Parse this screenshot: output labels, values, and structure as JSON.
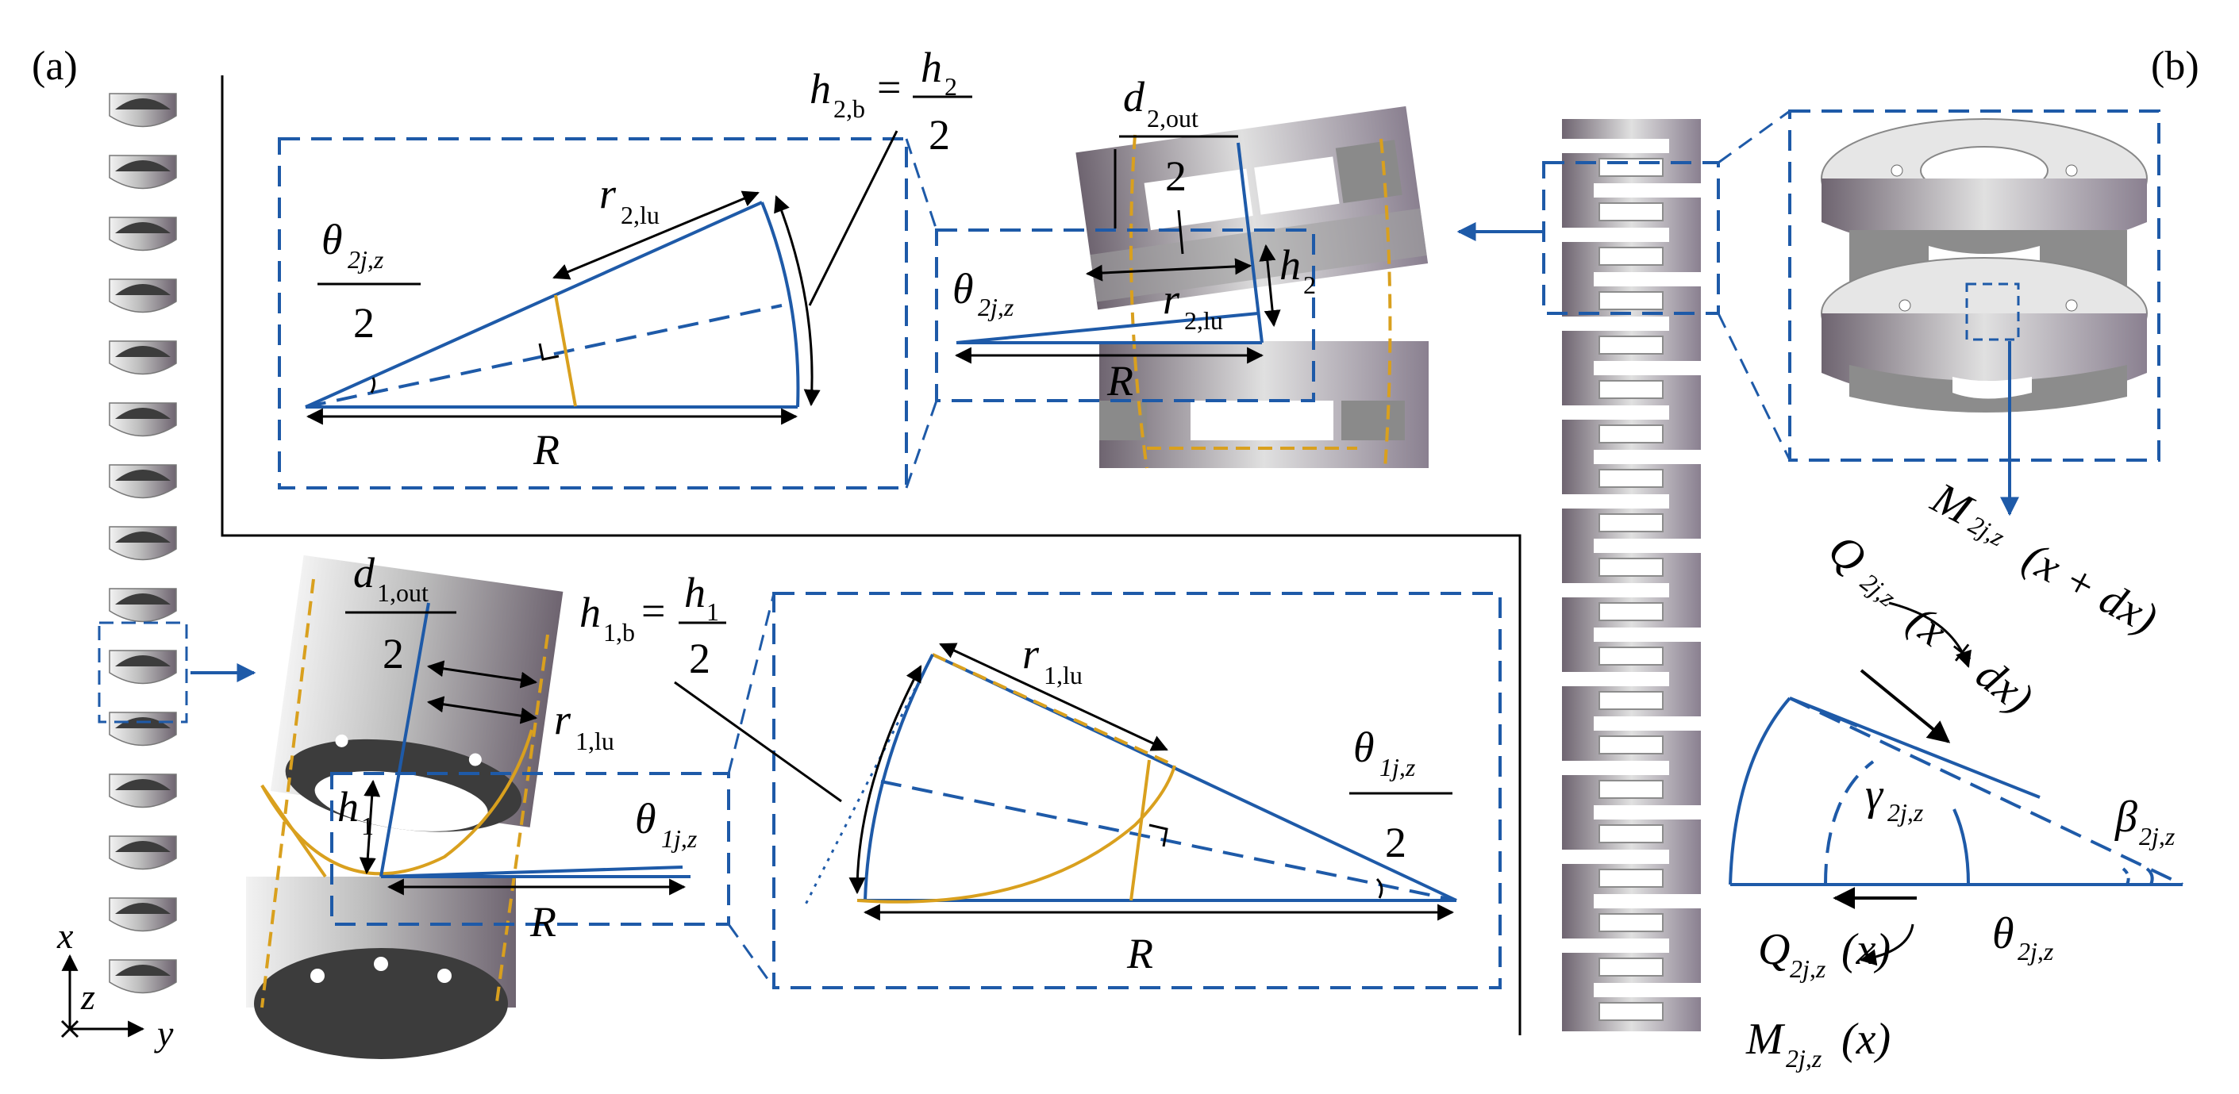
{
  "panels": {
    "a": "(a)",
    "b": "(b)"
  },
  "colors": {
    "blue": "#1e5aa8",
    "orange": "#d9a01e",
    "black": "#000000",
    "metal_light": "#dcdcdc",
    "metal_dark": "#6e6470",
    "slot_gray": "#8c8c8c"
  },
  "detail_top": {
    "theta_half_num": "θ",
    "theta_half_sub": "2j,z",
    "theta_half_den": "2",
    "r_lu": "r",
    "r_lu_sub": "2,lu",
    "R": "R",
    "h_b": "h",
    "h_b_sub": "2,b",
    "h_b_eq": "=",
    "h_b_num": "h",
    "h_b_num_sub": "2",
    "h_b_den": "2"
  },
  "section_top": {
    "d_out": "d",
    "d_out_sub": "2,out",
    "d_out_den": "2",
    "theta": "θ",
    "theta_sub": "2j,z",
    "r_lu": "r",
    "r_lu_sub": "2,lu",
    "h": "h",
    "h_sub": "2",
    "R": "R"
  },
  "section_bottom": {
    "d_out": "d",
    "d_out_sub": "1,out",
    "d_out_den": "2",
    "r_lu": "r",
    "r_lu_sub": "1,lu",
    "h": "h",
    "h_sub": "1",
    "theta": "θ",
    "theta_sub": "1j,z",
    "R": "R"
  },
  "detail_bottom": {
    "h_b": "h",
    "h_b_sub": "1,b",
    "h_b_eq": "=",
    "h_b_num": "h",
    "h_b_num_sub": "1",
    "h_b_den": "2",
    "r_lu": "r",
    "r_lu_sub": "1,lu",
    "theta_half_num": "θ",
    "theta_half_sub": "1j,z",
    "theta_half_den": "2",
    "R": "R"
  },
  "axes": {
    "x": "x",
    "y": "y",
    "z": "z"
  },
  "beam_model": {
    "M_top": "M",
    "M_top_sub": "2j,z",
    "M_top_arg": "(x + dx)",
    "Q_top": "Q",
    "Q_top_sub": "2j,z",
    "Q_top_arg": "(x + dx)",
    "gamma": "γ",
    "gamma_sub": "2j,z",
    "beta": "β",
    "beta_sub": "2j,z",
    "theta": "θ",
    "theta_sub": "2j,z",
    "Q_bottom": "Q",
    "Q_bottom_sub": "2j,z",
    "Q_bottom_arg": "(x)",
    "M_bottom": "M",
    "M_bottom_sub": "2j,z",
    "M_bottom_arg": "(x)"
  }
}
